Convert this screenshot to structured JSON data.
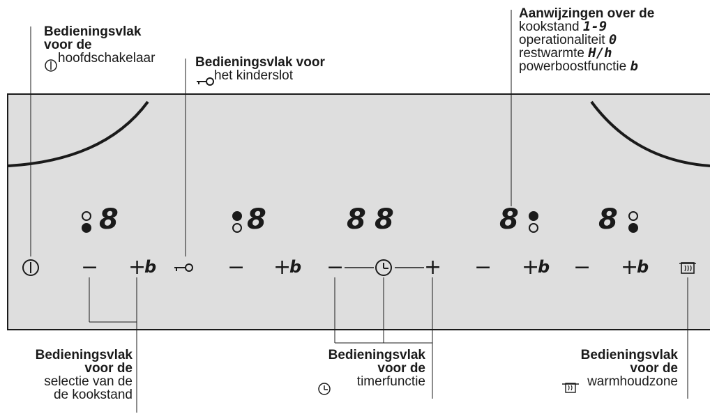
{
  "annotations": {
    "main_switch": {
      "title": "Bedieningsvlak",
      "title2": "voor de",
      "icon": "ⓘ",
      "text": "hoofdschakelaar"
    },
    "child_lock": {
      "title": "Bedieningsvlak voor",
      "text": "het kinderslot"
    },
    "indicators": {
      "title": "Aanwijzingen over de",
      "lines": [
        {
          "text": "kookstand",
          "code": "1-9"
        },
        {
          "text": "operationaliteit",
          "code": "0"
        },
        {
          "text": "restwarmte",
          "code": "H/h"
        },
        {
          "text": "powerboostfunctie",
          "code": "b"
        }
      ]
    },
    "level_select": {
      "title": "Bedieningsvlak",
      "title2": "voor de",
      "line1": "selectie van de",
      "line2": "de kookstand"
    },
    "timer": {
      "title": "Bedieningsvlak",
      "title2": "voor de",
      "text": "timerfunctie"
    },
    "keep_warm": {
      "title": "Bedieningsvlak",
      "title2": "voor de",
      "text": "warmhoudzone"
    }
  },
  "controls": {
    "power_symbol": "⏻",
    "minus": "−",
    "plus": "+",
    "boost": "b",
    "lock_symbol": "⊸",
    "timer_symbol": "◷",
    "warm_symbol": "♨"
  },
  "displays": {
    "digit": "8"
  },
  "colors": {
    "panel": "#dedede",
    "line": "#1a1a1a"
  }
}
